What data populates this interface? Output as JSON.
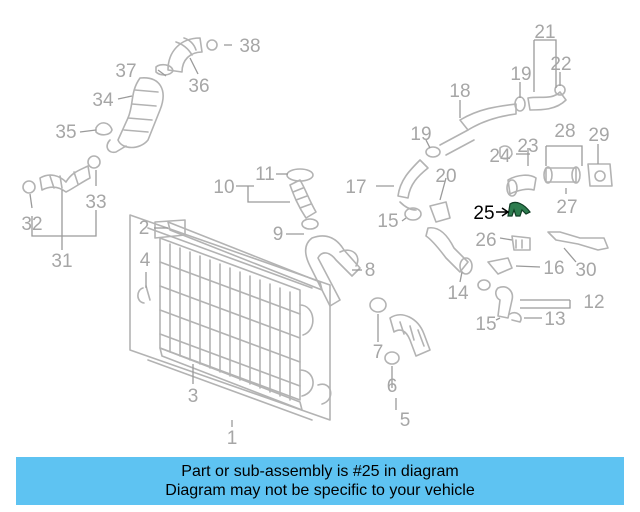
{
  "diagram": {
    "highlight_part": "25",
    "highlight_color": "#2e7d4f",
    "callouts": [
      "1",
      "2",
      "3",
      "4",
      "5",
      "6",
      "7",
      "8",
      "9",
      "10",
      "11",
      "12",
      "13",
      "14",
      "15",
      "15",
      "16",
      "17",
      "18",
      "19",
      "19",
      "20",
      "21",
      "22",
      "23",
      "24",
      "25",
      "26",
      "27",
      "28",
      "29",
      "30",
      "31",
      "32",
      "33",
      "34",
      "35",
      "36",
      "37",
      "38"
    ]
  },
  "banner": {
    "line1": "Part or sub-assembly is #25 in diagram",
    "line2": "Diagram may not be specific to your vehicle",
    "background": "#5ec3f2"
  }
}
